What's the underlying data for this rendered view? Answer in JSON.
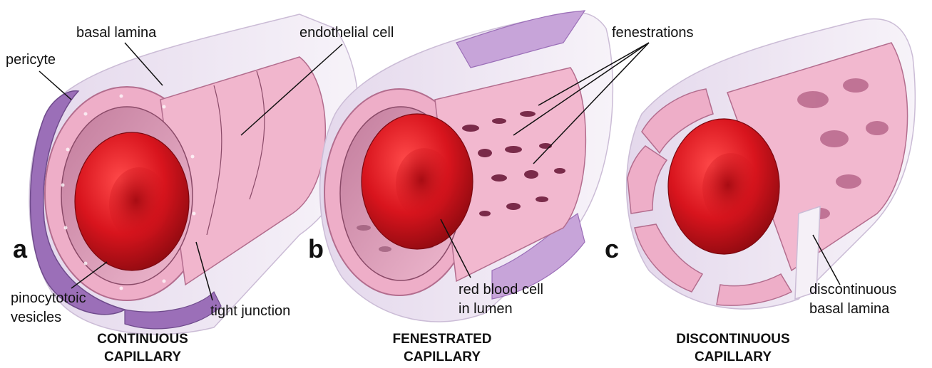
{
  "panels": [
    {
      "letter": "a",
      "caption_line1": "CONTINUOUS",
      "caption_line2": "CAPILLARY",
      "labels": {
        "pericyte": "pericyte",
        "basal_lamina": "basal lamina",
        "endothelial_cell": "endothelial cell",
        "pinocytotic_line1": "pinocytotoic",
        "pinocytotic_line2": "vesicles",
        "tight_junction": "tight junction"
      }
    },
    {
      "letter": "b",
      "caption_line1": "FENESTRATED",
      "caption_line2": "CAPILLARY",
      "labels": {
        "fenestrations": "fenestrations",
        "rbc_line1": "red blood cell",
        "rbc_line2": "in lumen"
      }
    },
    {
      "letter": "c",
      "caption_line1": "DISCONTINUOUS",
      "caption_line2": "CAPILLARY",
      "labels": {
        "discontinuous_line1": "discontinuous",
        "discontinuous_line2": "basal lamina"
      }
    }
  ],
  "colors": {
    "outer_sheath": "#ece3f0",
    "pericyte": "#9b6fb8",
    "endothelium": "#eeaec8",
    "inner_wall": "#d99ab5",
    "red_blood_cell": "#d8141d",
    "rbc_center": "#b00c14"
  }
}
